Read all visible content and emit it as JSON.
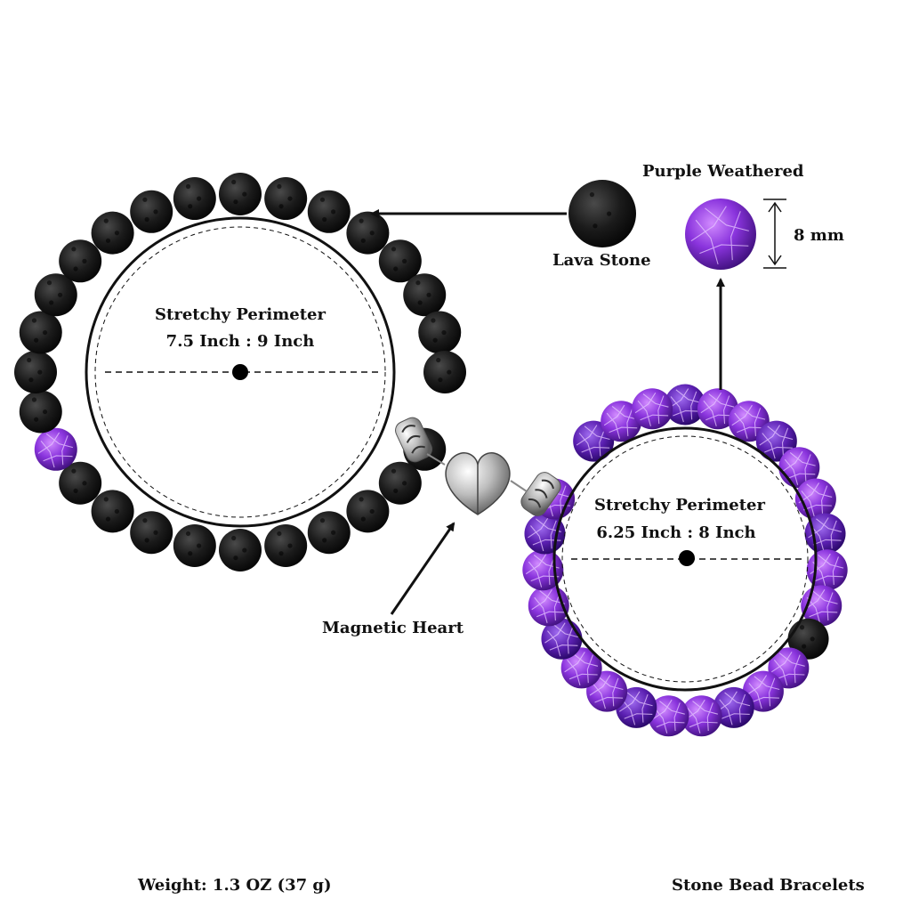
{
  "labels": {
    "purple_weathered": "Purple Weathered",
    "lava_stone": "Lava Stone",
    "bead_size": "8 mm",
    "magnetic_heart": "Magnetic Heart",
    "weight": "Weight: 1.3 OZ (37 g)",
    "product_type": "Stone Bead Bracelets"
  },
  "left_bracelet": {
    "title": "Stretchy Perimeter",
    "size": "7.5 Inch : 9 Inch",
    "bead_material": "lava stone",
    "accent_bead": "purple weathered"
  },
  "right_bracelet": {
    "title": "Stretchy Perimeter",
    "size": "6.25 Inch : 8 Inch",
    "bead_material": "purple weathered agate",
    "accent_bead": "lava stone"
  },
  "colors": {
    "lava": "#1a1a1a",
    "purple": "#7a2fd0",
    "purple_light": "#b45cf0",
    "silver": "#9a9a9a",
    "ink": "#111111"
  },
  "icons": {
    "arrow": "arrow-icon",
    "heart": "magnetic-heart-icon",
    "dimension": "dimension-arrow-icon"
  }
}
